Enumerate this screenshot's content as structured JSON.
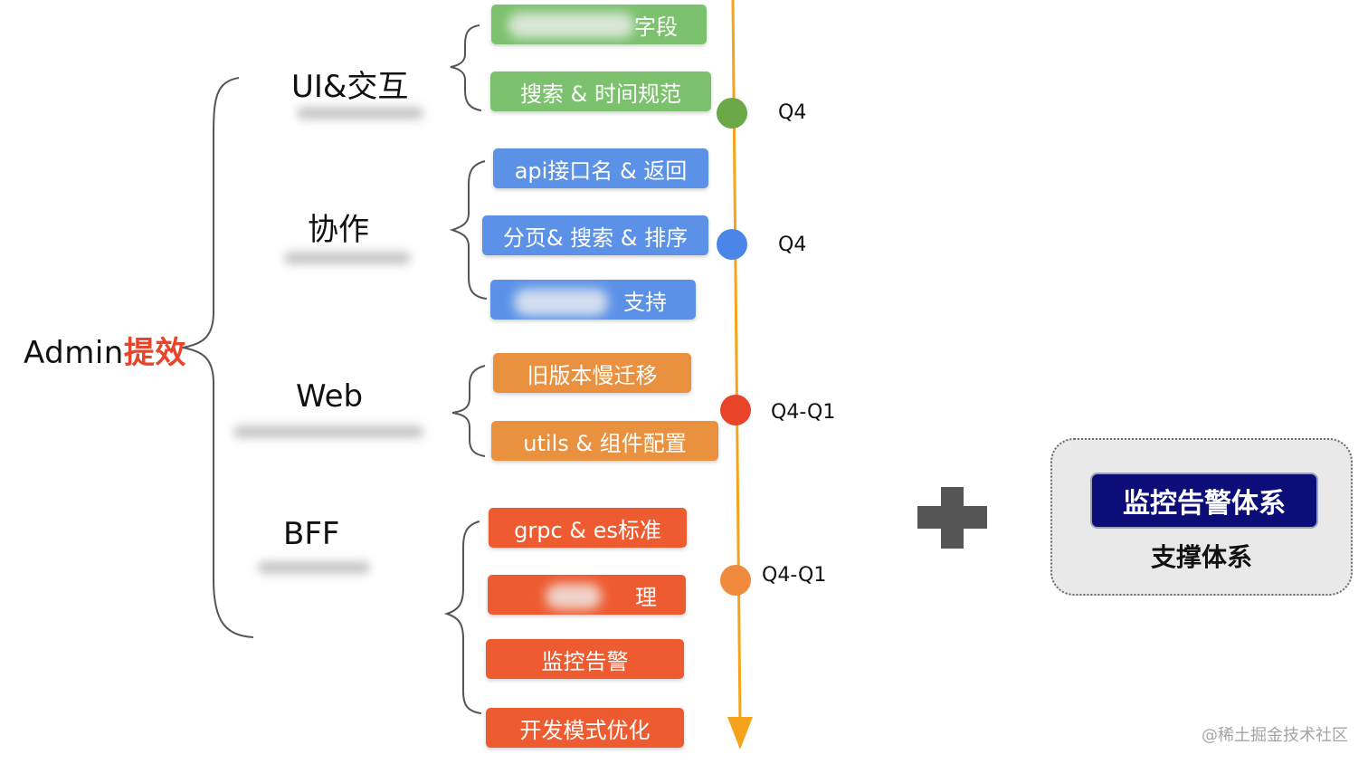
{
  "root": {
    "prefix": "Admin",
    "highlight": "提效"
  },
  "branches": [
    {
      "label": "UI&交互",
      "timeline": "Q4",
      "items": [
        {
          "text": "字段"
        },
        {
          "text": "搜索 & 时间规范"
        }
      ]
    },
    {
      "label": "协作",
      "timeline": "Q4",
      "items": [
        {
          "text": "api接口名 & 返回"
        },
        {
          "text": "分页& 搜索 & 排序"
        },
        {
          "text": "支持"
        }
      ]
    },
    {
      "label": "Web",
      "timeline": "Q4-Q1",
      "items": [
        {
          "text": "旧版本慢迁移"
        },
        {
          "text": "utils & 组件配置"
        }
      ]
    },
    {
      "label": "BFF",
      "timeline": "Q4-Q1",
      "items": [
        {
          "text": "grpc & es标准"
        },
        {
          "text": "理"
        },
        {
          "text": "监控告警"
        },
        {
          "text": "开发模式优化"
        }
      ]
    }
  ],
  "colors": {
    "green": "#7cc16e",
    "blue": "#5b92e8",
    "orange": "#ea913f",
    "red": "#ee5b30",
    "timeline": "#f5a31a",
    "highlight": "#e8442a",
    "card_title_bg": "#0d0d7a",
    "dot_green": "#6aa848",
    "dot_blue": "#4a86e8",
    "dot_red": "#e8442a",
    "dot_orange": "#f08a3c"
  },
  "support_card": {
    "title": "监控告警体系",
    "subtitle": "支撑体系"
  },
  "plus_icon": "plus-icon",
  "watermark": "@稀土掘金技术社区"
}
